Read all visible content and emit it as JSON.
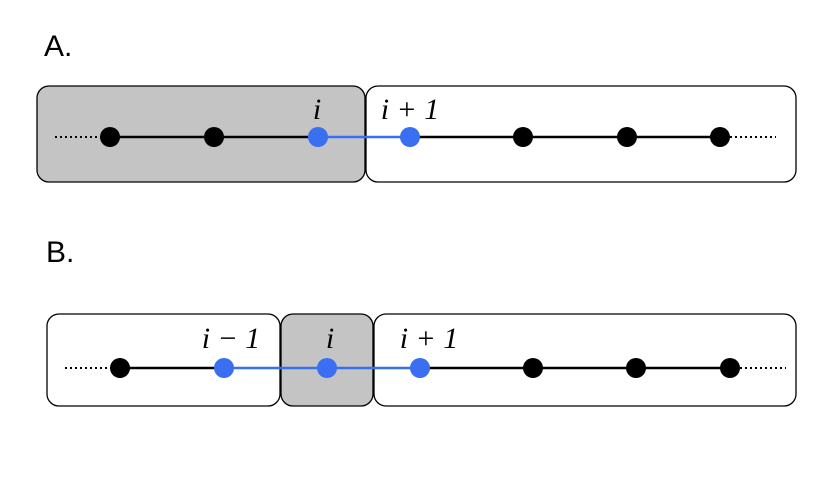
{
  "panels": [
    {
      "label": "A.",
      "node_labels": {
        "i": "i",
        "i_plus_1": "i + 1"
      }
    },
    {
      "label": "B.",
      "node_labels": {
        "i_minus_1": "i − 1",
        "i": "i",
        "i_plus_1": "i + 1"
      }
    }
  ],
  "colors": {
    "highlight_node": "#3a6ff2",
    "regular_node": "#000000",
    "shaded_box": "#c4c4c4",
    "box_stroke": "#000000"
  }
}
